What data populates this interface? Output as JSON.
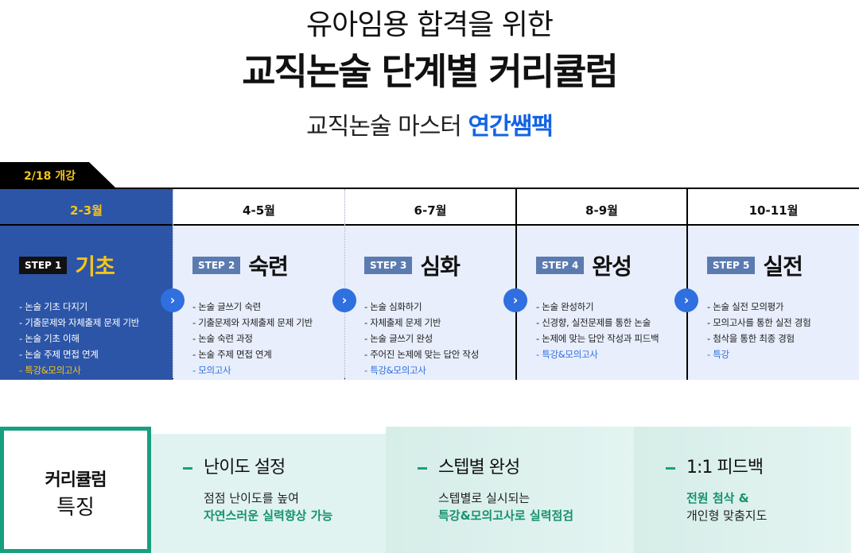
{
  "header": {
    "line1": "유아임용 합격을 위한",
    "line2": "교직논술 단계별 커리큘럼",
    "line3_prefix": "교직논술 마스터 ",
    "line3_highlight": "연간쌤팩"
  },
  "tag": "2/18 개강",
  "columns": [
    {
      "period": "2-3월",
      "step": "STEP 1",
      "name": "기초",
      "items": [
        "- 논술 기초 다지기",
        "- 기출문제와 자체출제 문제 기반",
        "- 논술 기초 이해",
        "- 논술 주제 면접 연계"
      ],
      "highlight": "- 특강&모의고사"
    },
    {
      "period": "4-5월",
      "step": "STEP 2",
      "name": "숙련",
      "items": [
        "- 논술 글쓰기 숙련",
        "- 기출문제와 자체출제 문제 기반",
        "- 논술 숙련 과정",
        "- 논술 주제 면접 연계"
      ],
      "highlight": "- 모의고사"
    },
    {
      "period": "6-7월",
      "step": "STEP 3",
      "name": "심화",
      "items": [
        "- 논술 심화하기",
        "- 자체출제 문제 기반",
        "- 논술 글쓰기 완성",
        "- 주어진 논제에 맞는 답안 작성"
      ],
      "highlight": "- 특강&모의고사"
    },
    {
      "period": "8-9월",
      "step": "STEP 4",
      "name": "완성",
      "items": [
        "- 논술 완성하기",
        "- 신경향, 실전문제를 통한 논술",
        "- 논제에 맞는 답안 작성과 피드백"
      ],
      "highlight": "- 특강&모의고사"
    },
    {
      "period": "10-11월",
      "step": "STEP 5",
      "name": "실전",
      "items": [
        "- 논술 실전 모의평가",
        "- 모의고사를 통한 실전 경험",
        "- 첨삭을 통한 최종 경험"
      ],
      "highlight": "- 특강"
    }
  ],
  "features": {
    "title1": "커리큘럼",
    "title2": "특징",
    "panels": [
      {
        "title": "난이도 설정",
        "line1": "점점 난이도를 높여",
        "line2": "자연스러운 실력향상 가능",
        "green": 2
      },
      {
        "title": "스텝별 완성",
        "line1": "스텝별로 실시되는",
        "line2": "특강&모의고사로 실력점검",
        "green": 2
      },
      {
        "title": "1:1 피드백",
        "line1": "전원 첨삭 &",
        "line2": "개인형 맞춤지도",
        "green": 1
      }
    ]
  },
  "colors": {
    "blue": "#2c55a8",
    "yellow": "#f5c518",
    "accent": "#1463e6",
    "green": "#17a07f"
  }
}
